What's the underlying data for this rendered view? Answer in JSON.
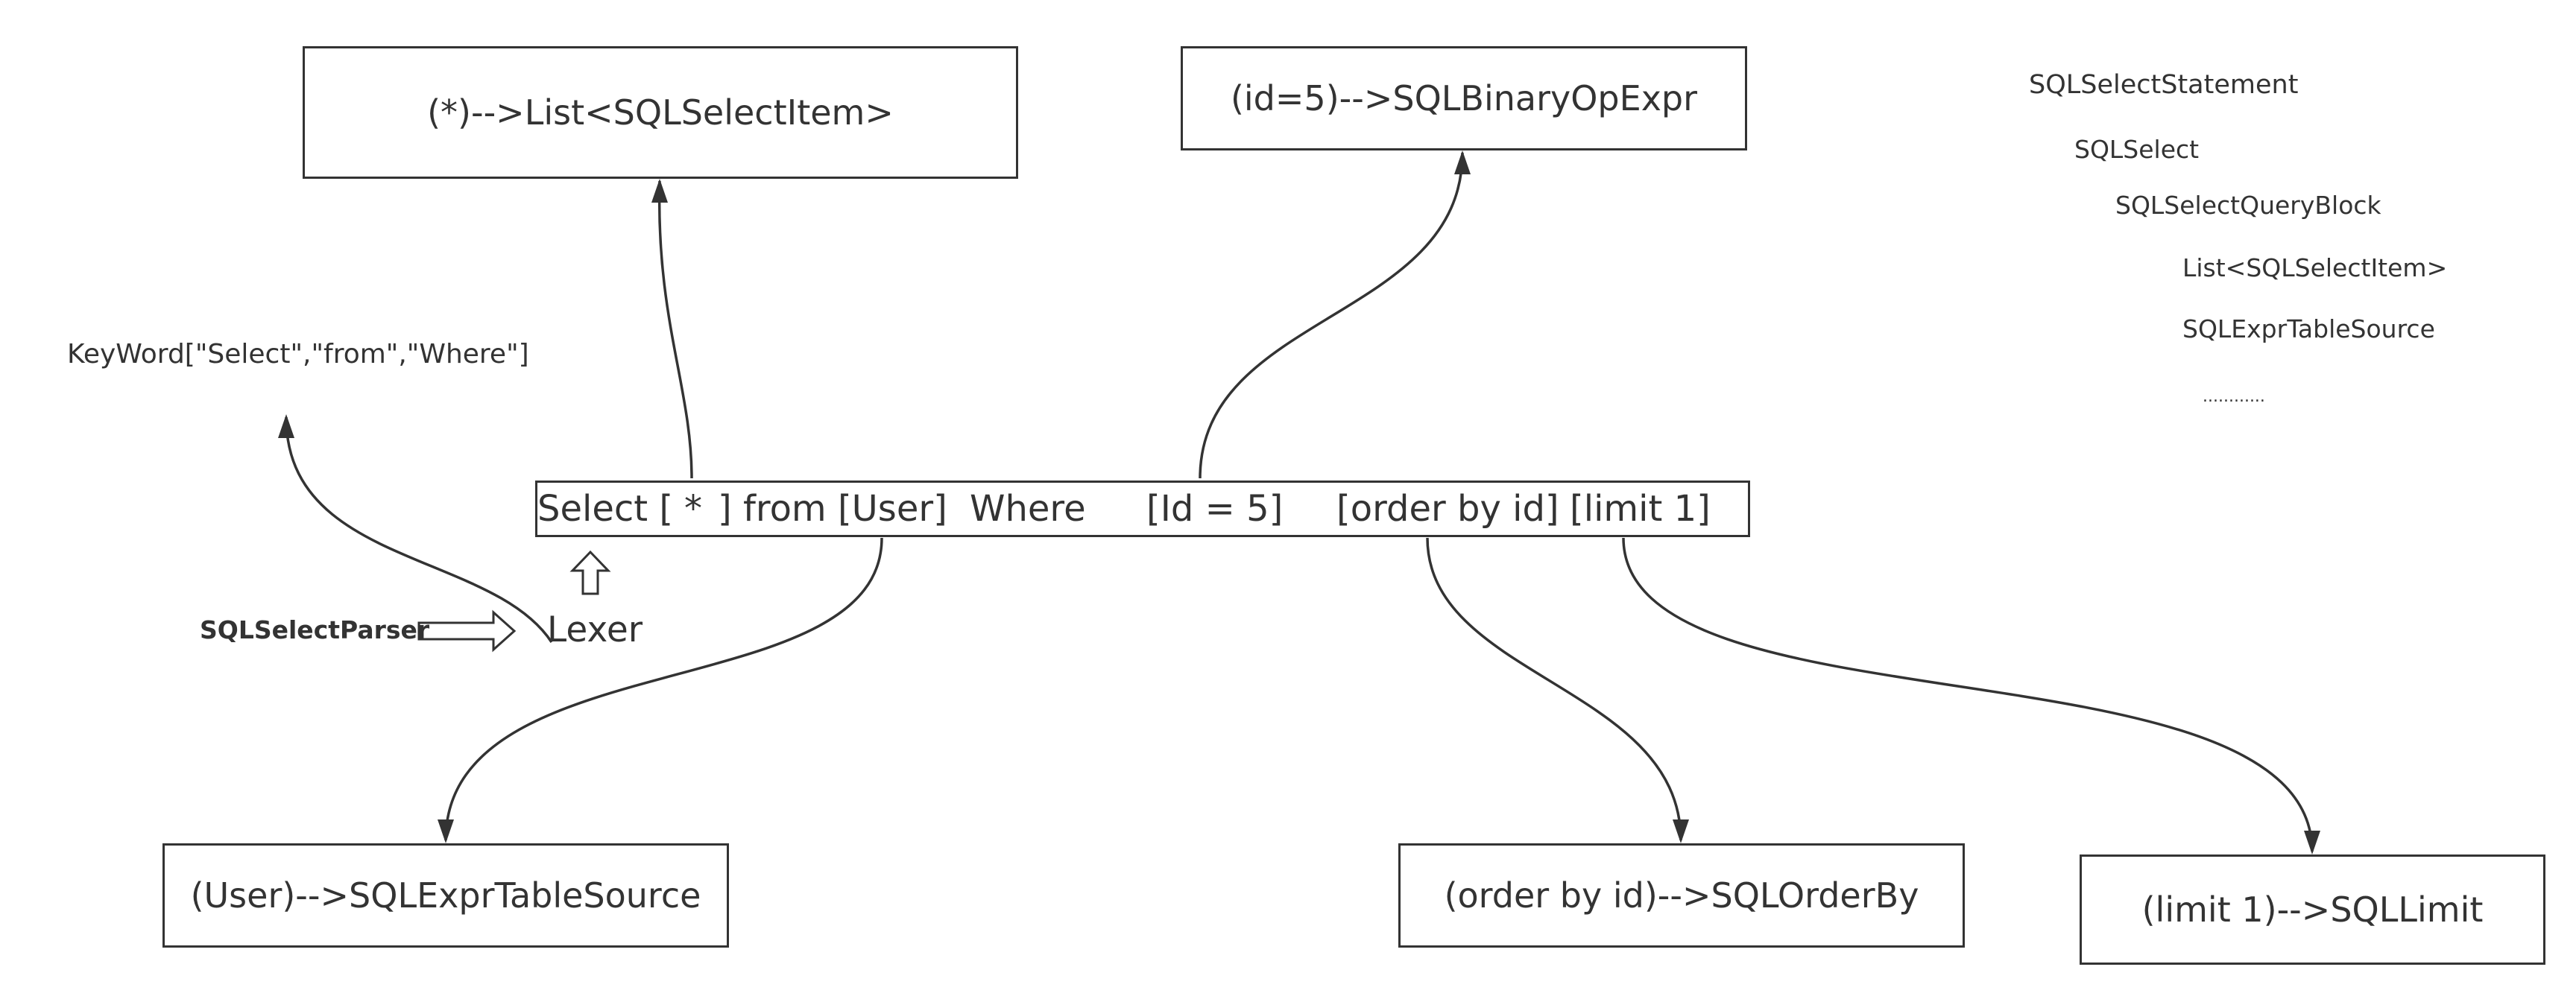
{
  "boxes": {
    "select_items": "(*)-->List<SQLSelectItem>",
    "where_expr": "(id=5)-->SQLBinaryOpExpr",
    "table_source": "(User)-->SQLExprTableSource",
    "order_by": "(order by id)-->SQLOrderBy",
    "limit": "(limit 1)-->SQLLimit"
  },
  "sql_statement": {
    "select": "Select [",
    "star": "*",
    "from": "] from [User]",
    "where": "Where",
    "condition": "[Id = 5]",
    "order_by": "[order by id]",
    "limit": "[limit 1]"
  },
  "keywords": "KeyWord[\"Select\",\"from\",\"Where\"]",
  "parser_label": "SQLSelectParser",
  "lexer_label": "Lexer",
  "tree": {
    "statement": "SQLSelectStatement",
    "select": "SQLSelect",
    "query_block": "SQLSelectQueryBlock",
    "select_items": "List<SQLSelectItem>",
    "table_source": "SQLExprTableSource",
    "ellipsis": "............"
  },
  "colors": {
    "stroke": "#333333",
    "background": "#ffffff"
  }
}
